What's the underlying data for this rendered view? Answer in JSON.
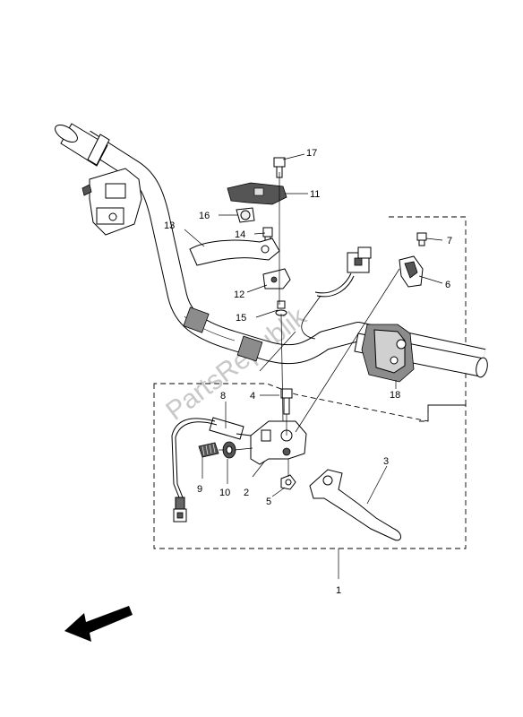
{
  "watermark": "PartsRepublik",
  "callouts": [
    "1",
    "2",
    "3",
    "4",
    "5",
    "6",
    "7",
    "8",
    "9",
    "10",
    "11",
    "12",
    "13",
    "14",
    "15",
    "16",
    "17",
    "18"
  ]
}
